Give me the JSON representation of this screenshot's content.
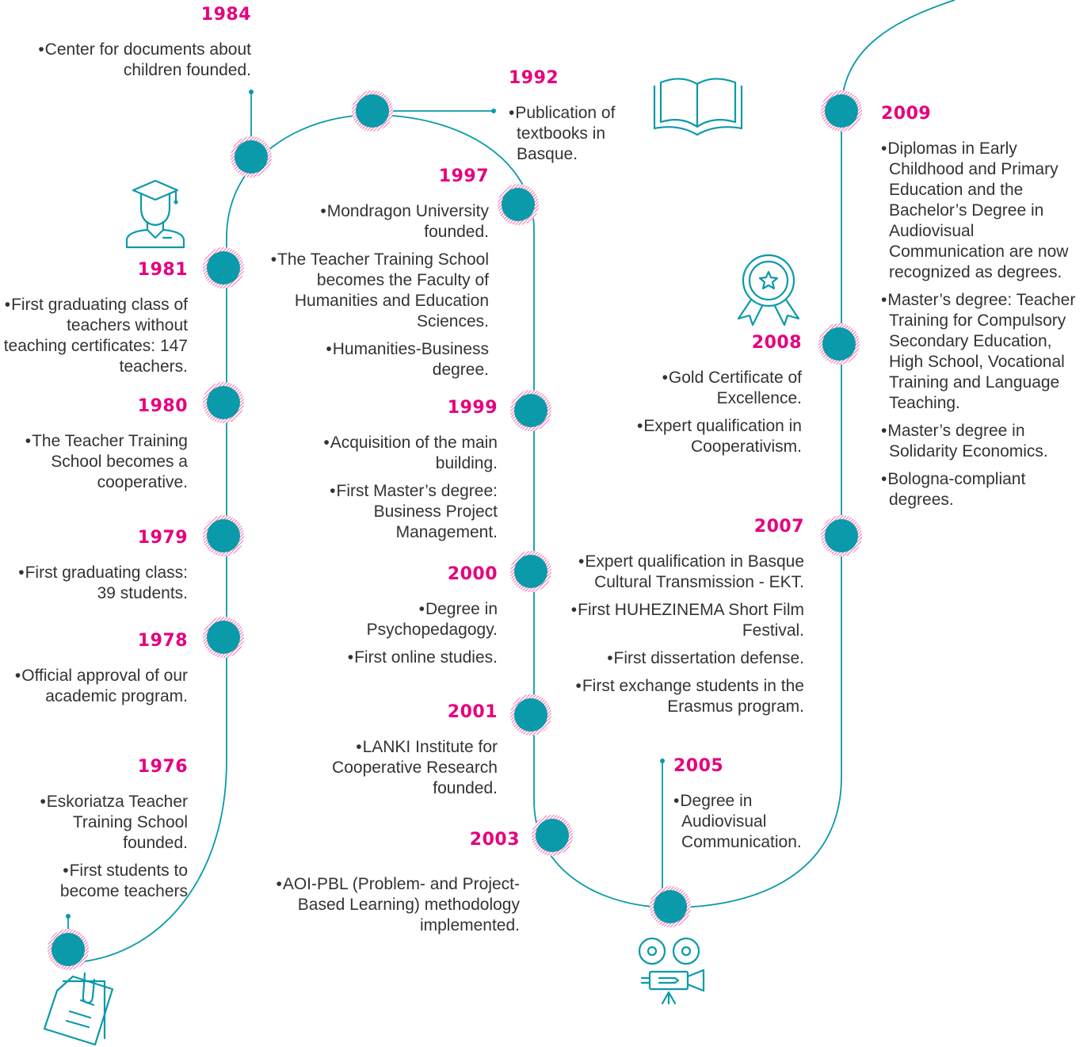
{
  "colors": {
    "accent": "#e6007e",
    "line": "#0a9aaa",
    "dot": "#0a9aaa",
    "text": "#333333"
  },
  "events": [
    {
      "year": "1976",
      "items": [
        "Eskoriatza Teacher Training School founded.",
        "First students to become teachers"
      ]
    },
    {
      "year": "1978",
      "items": [
        "Official approval of our academic program."
      ]
    },
    {
      "year": "1979",
      "items": [
        "First graduating class: 39 students."
      ]
    },
    {
      "year": "1980",
      "items": [
        "The Teacher Training School becomes a cooperative."
      ]
    },
    {
      "year": "1981",
      "items": [
        "First graduating class of teachers without teaching certificates: 147 teachers."
      ]
    },
    {
      "year": "1984",
      "items": [
        "Center for documents about children founded."
      ]
    },
    {
      "year": "1992",
      "items": [
        "Publication of textbooks in Basque."
      ]
    },
    {
      "year": "1997",
      "items": [
        "Mondragon University founded.",
        "The Teacher Training School becomes the Faculty of Humanities and Education Sciences.",
        "Humanities-Business degree."
      ]
    },
    {
      "year": "1999",
      "items": [
        "Acquisition of the main building.",
        "First Master’s degree: Business Project Management."
      ]
    },
    {
      "year": "2000",
      "items": [
        "Degree in Psychopedagogy.",
        "First online studies."
      ]
    },
    {
      "year": "2001",
      "items": [
        "LANKI Institute for Cooperative Research founded."
      ]
    },
    {
      "year": "2003",
      "items": [
        "AOI-PBL (Problem- and Project-Based Learning) methodology implemented."
      ]
    },
    {
      "year": "2005",
      "items": [
        "Degree in Audiovisual Communication."
      ]
    },
    {
      "year": "2007",
      "items": [
        "Expert qualification in Basque Cultural Transmission - EKT.",
        "First HUHEZINEMA Short Film Festival.",
        "First dissertation defense.",
        "First exchange students in the Erasmus program."
      ]
    },
    {
      "year": "2008",
      "items": [
        "Gold Certificate of Excellence.",
        "Expert qualification in Cooperativism."
      ]
    },
    {
      "year": "2009",
      "items": [
        "Diplomas in Early Childhood and Primary Education and the Bachelor’s Degree in Audiovisual Communication are now recognized as degrees.",
        "Master’s degree: Teacher Training for Compulsory Secondary Education, High School, Vocational Training and Language Teaching.",
        "Master’s degree in Solidarity Economics.",
        "Bologna-compliant degrees."
      ]
    }
  ],
  "icons": [
    "documents-icon",
    "graduate-icon",
    "open-book-icon",
    "award-ribbon-icon",
    "film-camera-icon"
  ]
}
